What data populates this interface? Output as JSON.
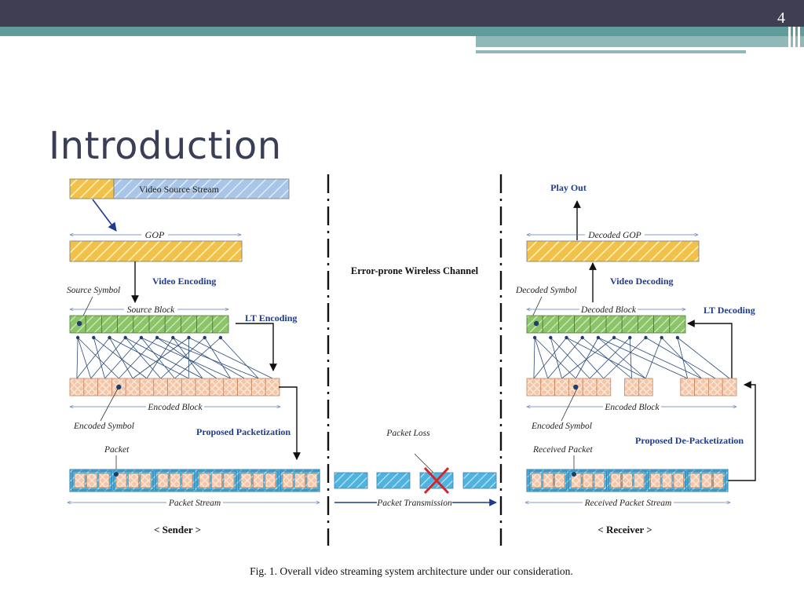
{
  "slide": {
    "number": "4",
    "title": "Introduction"
  },
  "colors": {
    "gold": "#f2c14a",
    "blue_stream": "#a9c6e8",
    "green": "#8cc46a",
    "salmon": "#f3c6a8",
    "packet_blue": "#4fb3e0",
    "label_blue": "#1f3c8c",
    "loss_red": "#d0262c"
  },
  "diagram": {
    "sender": {
      "video_source_stream": "Video Source Stream",
      "gop": "GOP",
      "video_encoding": "Video Encoding",
      "source_symbol": "Source Symbol",
      "source_block": "Source Block",
      "lt_encoding": "LT Encoding",
      "encoded_block": "Encoded Block",
      "encoded_symbol": "Encoded Symbol",
      "proposed_packetization": "Proposed Packetization",
      "packet": "Packet",
      "packet_stream": "Packet Stream",
      "section_label": "< Sender >"
    },
    "channel": {
      "title": "Error-prone Wireless Channel",
      "packet_loss": "Packet Loss",
      "packet_transmission": "Packet Transmission"
    },
    "receiver": {
      "play_out": "Play Out",
      "decoded_gop": "Decoded GOP",
      "video_decoding": "Video Decoding",
      "decoded_symbol": "Decoded Symbol",
      "decoded_block": "Decoded Block",
      "lt_decoding": "LT Decoding",
      "encoded_block": "Encoded Block",
      "encoded_symbol": "Encoded Symbol",
      "proposed_depacketization": "Proposed De-Packetization",
      "received_packet": "Received Packet",
      "received_packet_stream": "Received Packet Stream",
      "section_label": "< Receiver >"
    },
    "caption": "Fig. 1.   Overall video streaming system architecture under our consideration."
  }
}
